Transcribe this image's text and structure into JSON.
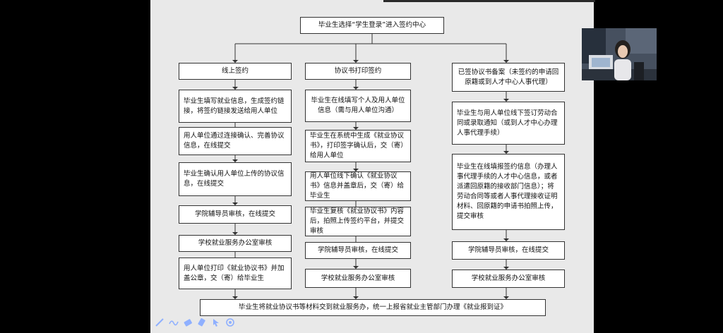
{
  "flowchart": {
    "top": "毕业生选择“学生登录”进入签约中心",
    "bottom": "毕业生将就业协议书等材料交到就业服务办，统一上报省就业主管部门办理《就业报到证》",
    "columns": [
      {
        "heading": "线上签约",
        "steps": [
          "毕业生填写就业信息，生成签约链接，将签约链接发送给用人单位",
          "用人单位通过连接确认、完善协议信息，在线提交",
          "毕业生确认用人单位上传的协议信息，在线提交",
          "学院辅导员审核，在线提交",
          "学校就业服务办公室审核",
          "用人单位打印《就业协议书》并加盖公章，交（寄）给毕业生"
        ]
      },
      {
        "heading": "协议书打印签约",
        "steps": [
          "毕业生在线填写个人及用人单位信息（需与用人单位沟通）",
          "毕业生在系统中生成《就业协议书》，打印签字确认后，交（寄）给用人单位",
          "用人单位线下确认《就业协议书》信息并盖章后，交（寄）给毕业生",
          "毕业生复核《就业协议书》内容后，拍照上传签约平台，并提交审核",
          "学院辅导员审核，在线提交",
          "学校就业服务办公室审核"
        ]
      },
      {
        "heading": "已签协议书备案（未签约的申请回原籍或到人才中心人事代理）",
        "steps": [
          "毕业生与用人单位线下签订劳动合同或录取通知（或到人才中心办理人事代理手续）",
          "毕业生在线填报签约信息（办理人事代理手续的人才中心信息，或者派遣回原籍的接收部门信息）；将劳动合同等或者人事代理接收证明材料、回原籍的申请书拍照上传，提交审核",
          "学院辅导员审核，在线提交",
          "学校就业服务办公室审核"
        ]
      }
    ]
  },
  "toolbar": {
    "tools": [
      "pen-icon",
      "curve-icon",
      "eraser-icon",
      "highlighter-icon",
      "pointer-icon",
      "record-icon"
    ]
  }
}
